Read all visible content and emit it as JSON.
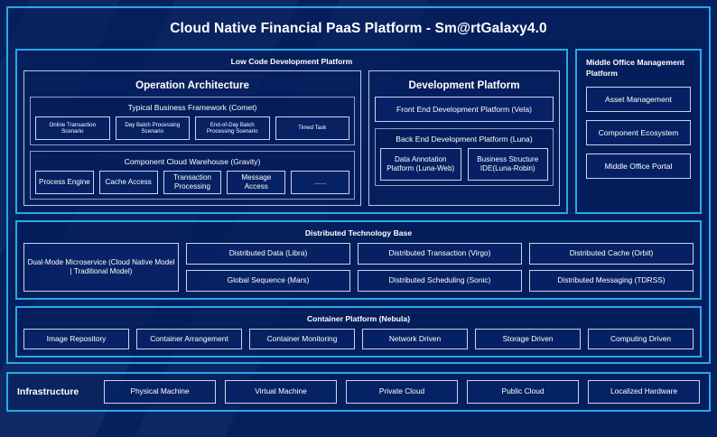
{
  "title": "Cloud Native Financial PaaS Platform - Sm@rtGalaxy4.0",
  "colors": {
    "background": "#04215e",
    "accent_border": "#2aa8e8",
    "mid_border": "#2f7fd0",
    "light_border": "#b9c6e6",
    "text": "#ffffff"
  },
  "low_code": {
    "title": "Low Code Development Platform",
    "operation_architecture": {
      "title": "Operation Architecture",
      "typical_business_framework": {
        "title": "Typical Business Framework (Comet)",
        "items": [
          "Online Transaction Scenario",
          "Day Batch Processing Scenario",
          "End-of-Day Batch Processing Scenario",
          "Timed Task"
        ]
      },
      "component_cloud_warehouse": {
        "title": "Component Cloud Warehouse (Gravity)",
        "items": [
          "Process Engine",
          "Cache Access",
          "Transaction Processing",
          "Message Access",
          "......"
        ]
      }
    },
    "development_platform": {
      "title": "Development Platform",
      "front_end": "Front End Development Platform (Vela)",
      "back_end": {
        "title": "Back End Development Platform (Luna)",
        "items": [
          "Data Annotation Platform (Luna-Web)",
          "Business Structure IDE(Luna-Robin)"
        ]
      }
    }
  },
  "middle_office": {
    "title": "Middle Office Management Platform",
    "items": [
      "Asset Management",
      "Component Ecosystem",
      "Middle Office Portal"
    ]
  },
  "distributed_technology_base": {
    "title": "Distributed Technology Base",
    "highlight": "Dual-Mode Microservice (Cloud Native Model | Traditional Model)",
    "items": [
      "Distributed Data (Libra)",
      "Distributed Transaction (Virgo)",
      "Distributed Cache (Orbit)",
      "Global Sequence (Mars)",
      "Distributed Scheduling (Sonic)",
      "Distributed Messaging (TDRSS)"
    ]
  },
  "container_platform": {
    "title": "Container Platform (Nebula)",
    "items": [
      "Image Repository",
      "Container Arrangement",
      "Container Monitoring",
      "Network Driven",
      "Storage Driven",
      "Computing Driven"
    ]
  },
  "infrastructure": {
    "label": "Infrastructure",
    "items": [
      "Physical Machine",
      "Virtual Machine",
      "Private Cloud",
      "Public Cloud",
      "Localized Hardware"
    ]
  }
}
